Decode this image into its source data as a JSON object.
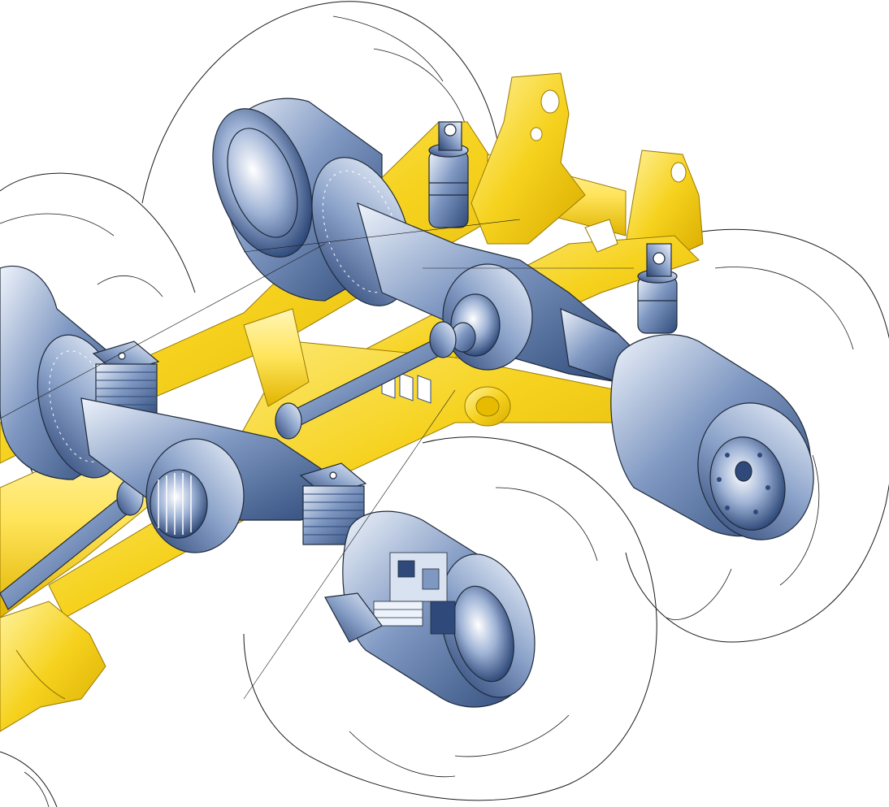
{
  "illustration": {
    "subject": "tandem-axle-bogie-cutaway",
    "colors": {
      "frame_yellow": "#f6d21e",
      "frame_yellow_light": "#fff3a0",
      "frame_shadow": "#c9a100",
      "steel_dark": "#2f4a7a",
      "steel_mid": "#7f98c2",
      "steel_light": "#eef3fb",
      "tire_line": "#1a1a1a",
      "background": "#ffffff"
    },
    "components": [
      "rear-left-wheel-hub",
      "rear-right-wheel-hub",
      "front-left-wheel-hub",
      "front-right-wheel-hub-cutaway",
      "rear-differential",
      "front-differential",
      "propeller-shaft",
      "input-shaft",
      "left-suspension-cylinder",
      "right-suspension-cylinder",
      "left-rubber-spring",
      "right-rubber-spring",
      "bogie-frame",
      "tire-outlines"
    ]
  }
}
